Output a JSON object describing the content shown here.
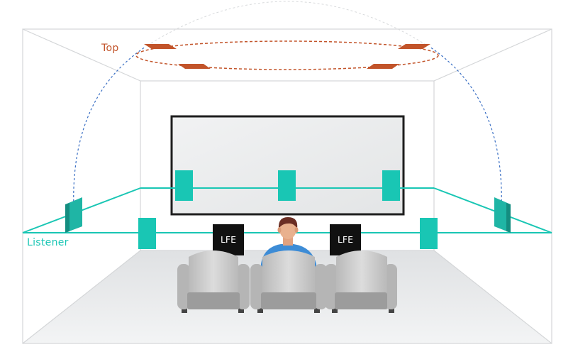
{
  "labels": {
    "top": "Top",
    "listener": "Listener",
    "subwoofer_left": "LFE",
    "subwoofer_right": "LFE"
  },
  "colors": {
    "top_layer": "#c2542a",
    "listener_layer": "#19c6b4",
    "height_arc": "#3a6fc4",
    "room_lines": "#d4d6d8",
    "screen_frame": "#1e1e1e",
    "screen_fill": "#eaeced",
    "floor": "#e9ebec",
    "seat": "#c9c9c9",
    "shirt": "#3d8cd6",
    "hair": "#6b2e24"
  }
}
